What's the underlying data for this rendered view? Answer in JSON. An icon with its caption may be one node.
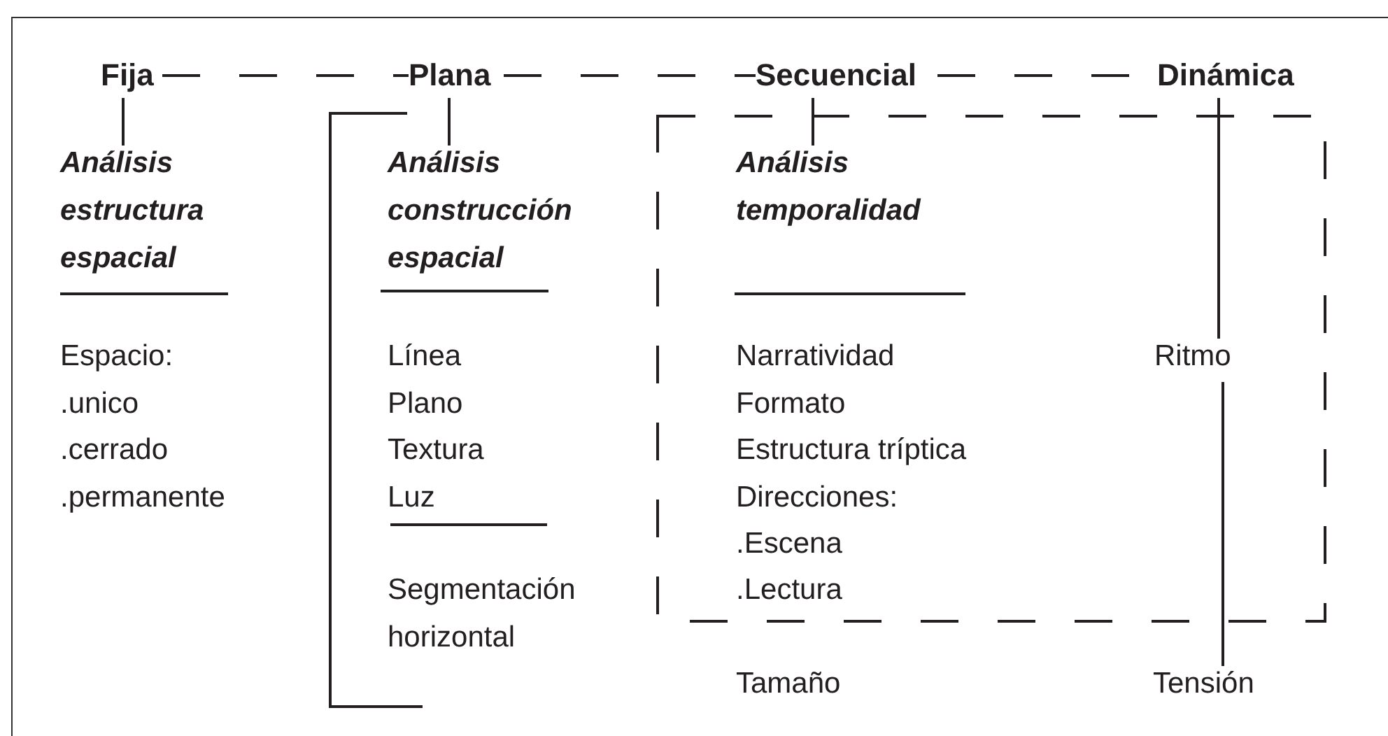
{
  "diagram": {
    "nodes": [
      {
        "text": [
          "Fija"
        ]
      },
      {
        "text": [
          "Plana"
        ]
      },
      {
        "text": [
          "Secuencial"
        ]
      },
      {
        "text": [
          "Dinámica"
        ]
      },
      {
        "text": [
          "Análisis estructura espacial"
        ]
      },
      {
        "text": [
          "Análisis construcción espacial"
        ]
      },
      {
        "text": [],
        "shape": "box"
      },
      {
        "text": [
          "Análisis temporalidad"
        ],
        "in": 6
      },
      {
        "text": [
          "Ritmo"
        ],
        "in": 6
      },
      {
        "text": [
          "Tensión"
        ]
      }
    ],
    "edges": [
      {
        "from": 0,
        "to": 1,
        "arrow": "none",
        "style": "dashed"
      },
      {
        "from": 1,
        "to": 2,
        "arrow": "none",
        "style": "dashed"
      },
      {
        "from": 2,
        "to": 3,
        "arrow": "none",
        "style": "dashed"
      },
      {
        "from": 0,
        "to": 4,
        "arrow": "none"
      },
      {
        "from": 1,
        "to": 5,
        "arrow": "none"
      },
      {
        "from": 2,
        "to": 7,
        "arrow": "none"
      },
      {
        "from": 3,
        "to": 8,
        "arrow": "none"
      },
      {
        "from": 8,
        "to": 9,
        "arrow": "none"
      }
    ],
    "labels": [
      "Espacio:",
      ".unico",
      ".cerrado",
      ".permanente",
      "Línea",
      "Plano",
      "Textura",
      "Luz",
      "Segmentación horizontal",
      "Narratividad",
      "Formato",
      "Estructura tríptica",
      "Direcciones:",
      ".Escena",
      ".Lectura",
      "Tamaño"
    ]
  }
}
